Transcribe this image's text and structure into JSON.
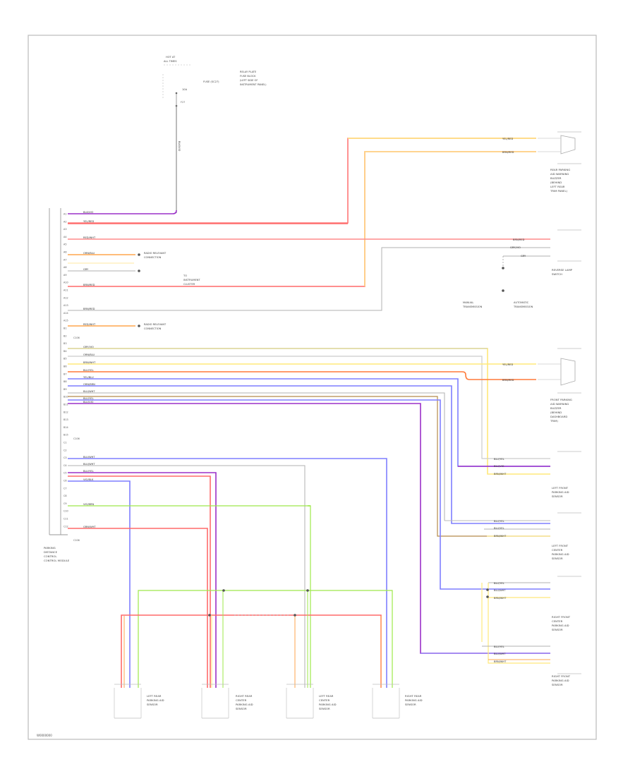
{
  "diagram_code": "W0000000",
  "module": {
    "name": [
      "PARKING",
      "DISTANCE",
      "CONTROL",
      "CONTROL MODULE"
    ],
    "pins": [
      "A1",
      "A2",
      "A3",
      "A4",
      "A5",
      "A6",
      "A7",
      "A8",
      "A9",
      "A10",
      "A11",
      "A12",
      "A13",
      "A14",
      "A15",
      "B1",
      "B2",
      "B3",
      "B4",
      "B5",
      "B6",
      "B7",
      "B8",
      "B9",
      "B10",
      "B11",
      "B12",
      "B13",
      "B14",
      "B15",
      "C1",
      "C2",
      "C3",
      "C4",
      "C5",
      "C6",
      "C7",
      "C8",
      "C9",
      "C10",
      "C11",
      "C12"
    ],
    "wire_colors": [
      "BLK/VIO",
      "YEL/RED",
      "RED/WHT",
      "ORN/BLU",
      "GRY",
      "BRN/RED",
      "BRN/RED",
      "GRY/VIO",
      "ORN/BLU",
      "BRN/WHT",
      "BLU/YEL",
      "YEL/BLU",
      "ORN/BRN",
      "BLU/WHT",
      "BLU/YEL",
      "BLU/VIO",
      "BLU/WHT",
      "BLU/WHT",
      "BLU/YEL",
      "VIO/BLK",
      "VIO/BRN",
      "GRN/WHT",
      "RED/WHT"
    ]
  },
  "fuse": {
    "title": [
      "HOT AT",
      "ALL TIMES"
    ],
    "box": [
      "RELAY PLATE",
      "FUSE BLOCK",
      "(LEFT SIDE OF",
      "INSTRUMENT PANEL)"
    ],
    "fuse_label": "FUSE (SC27)",
    "amp": "10A",
    "wire": "BLK/VIO"
  },
  "notes": [
    {
      "text": [
        "RADIO RELEVANT",
        "CONNECTION"
      ]
    },
    {
      "text": [
        "TO",
        "INSTRUMENT",
        "CLUSTER"
      ]
    },
    {
      "text": [
        "RADIO RELEVANT",
        "CONNECTION"
      ]
    }
  ],
  "components": [
    {
      "id": "rear_warn_buzzer",
      "name": [
        "REAR PARKING",
        "AID WARNING",
        "BUZZER",
        "(BEHIND",
        "LEFT REAR",
        "TRIM PANEL)"
      ]
    },
    {
      "id": "reverse_lamp",
      "name": [
        "REVERSE LAMP",
        "SWITCH"
      ]
    },
    {
      "id": "notes_mid",
      "name": [
        "MANUAL",
        "TRANSMISSION",
        "AUTOMATIC",
        "TRANSMISSION"
      ]
    },
    {
      "id": "front_warn_buzzer",
      "name": [
        "FRONT PARKING",
        "AID WARNING",
        "BUZZER",
        "(BEHIND",
        "DASHBOARD",
        "TRIM)"
      ]
    },
    {
      "id": "lf_sensor",
      "name": [
        "LEFT FRONT",
        "PARKING AID",
        "SENSOR"
      ]
    },
    {
      "id": "lfc_sensor",
      "name": [
        "LEFT FRONT",
        "CENTER",
        "PARKING AID",
        "SENSOR"
      ]
    },
    {
      "id": "rfc_sensor",
      "name": [
        "RIGHT FRONT",
        "CENTER",
        "PARKING AID",
        "SENSOR"
      ]
    },
    {
      "id": "rf_sensor",
      "name": [
        "RIGHT FRONT",
        "PARKING AID",
        "SENSOR"
      ]
    },
    {
      "id": "lr_sensor",
      "name": [
        "LEFT REAR",
        "PARKING AID",
        "SENSOR"
      ]
    },
    {
      "id": "rrc_sensor",
      "name": [
        "RIGHT REAR",
        "CENTER",
        "PARKING AID",
        "SENSOR"
      ]
    },
    {
      "id": "lrc_sensor",
      "name": [
        "LEFT REAR",
        "CENTER",
        "PARKING AID",
        "SENSOR"
      ]
    },
    {
      "id": "rr_sensor",
      "name": [
        "RIGHT REAR",
        "PARKING AID",
        "SENSOR"
      ]
    }
  ],
  "right_wire_labels": [
    "YEL/RED",
    "BRN/RED",
    "BRN/RED",
    "GRY/VIO",
    "GRY",
    "YEL/RED",
    "BRN/RED",
    "BLU/YEL",
    "BLU/VIO",
    "BRN/WHT",
    "BLU/YEL",
    "BLU/YEL",
    "BRN/WHT",
    "BLU/YEL",
    "BLU/WHT",
    "BRN/WHT",
    "BLU/YEL",
    "BLU/WHT",
    "BRN/WHT"
  ],
  "colors": {
    "frame": "#bbbbbb",
    "violet": "#9b30c8",
    "red": "#ff6a6a",
    "yellow": "#ffe87a",
    "gray": "#b0b0b0",
    "orange": "#ffa64d",
    "blue": "#7f7fff",
    "green": "#9ee84a",
    "brown": "#b58a4a"
  }
}
